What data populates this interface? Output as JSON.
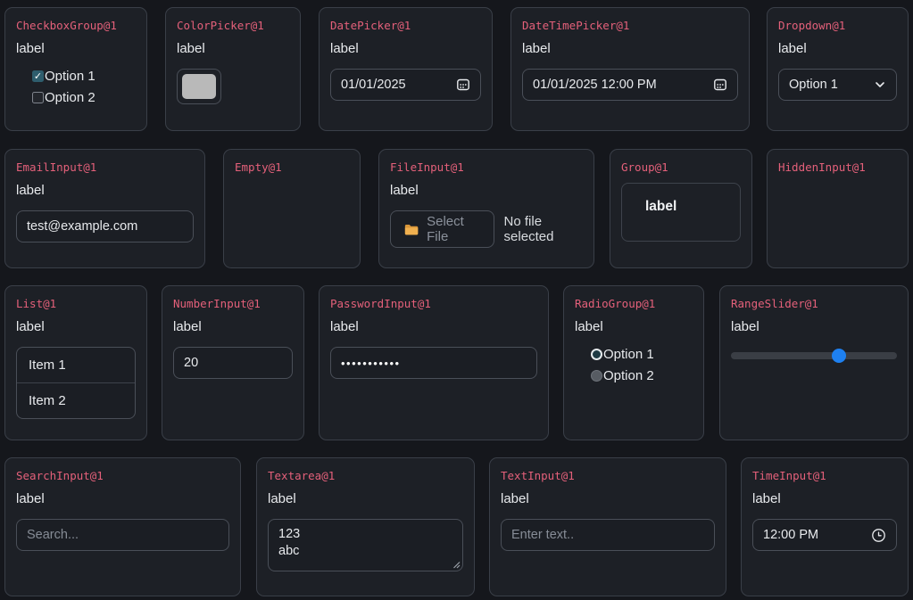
{
  "page": {
    "background": "#15171c",
    "card_background": "#1d2026",
    "title_accent_color": "#e4607a",
    "slider_thumb_color": "#1e80f0",
    "folder_icon_color": "#eda73f"
  },
  "components": {
    "checkbox_group": {
      "title": "CheckboxGroup@1",
      "label": "label",
      "options": [
        {
          "label": "Option 1",
          "checked": true
        },
        {
          "label": "Option 2",
          "checked": false
        }
      ]
    },
    "color_picker": {
      "title": "ColorPicker@1",
      "label": "label",
      "swatch_color": "#b9b9b9"
    },
    "date_picker": {
      "title": "DatePicker@1",
      "label": "label",
      "value": "01/01/2025"
    },
    "datetime_picker": {
      "title": "DateTimePicker@1",
      "label": "label",
      "value": "01/01/2025 12:00 PM"
    },
    "dropdown": {
      "title": "Dropdown@1",
      "label": "label",
      "selected": "Option 1"
    },
    "email_input": {
      "title": "EmailInput@1",
      "label": "label",
      "value": "test@example.com"
    },
    "empty": {
      "title": "Empty@1"
    },
    "file_input": {
      "title": "FileInput@1",
      "label": "label",
      "button_label": "Select File",
      "status": "No file selected"
    },
    "group": {
      "title": "Group@1",
      "inner_label": "label"
    },
    "hidden_input": {
      "title": "HiddenInput@1"
    },
    "list": {
      "title": "List@1",
      "label": "label",
      "items": [
        "Item 1",
        "Item 2"
      ]
    },
    "number_input": {
      "title": "NumberInput@1",
      "label": "label",
      "value": "20"
    },
    "password_input": {
      "title": "PasswordInput@1",
      "label": "label",
      "masked_value": "•••••••••••"
    },
    "radio_group": {
      "title": "RadioGroup@1",
      "label": "label",
      "options": [
        {
          "label": "Option 1",
          "selected": true
        },
        {
          "label": "Option 2",
          "selected": false
        }
      ]
    },
    "range_slider": {
      "title": "RangeSlider@1",
      "label": "label",
      "thumb_percent": 65
    },
    "search_input": {
      "title": "SearchInput@1",
      "label": "label",
      "placeholder": "Search..."
    },
    "textarea": {
      "title": "Textarea@1",
      "label": "label",
      "value": "123\nabc"
    },
    "text_input": {
      "title": "TextInput@1",
      "label": "label",
      "placeholder": "Enter text.."
    },
    "time_input": {
      "title": "TimeInput@1",
      "label": "label",
      "value": "12:00 PM"
    }
  }
}
